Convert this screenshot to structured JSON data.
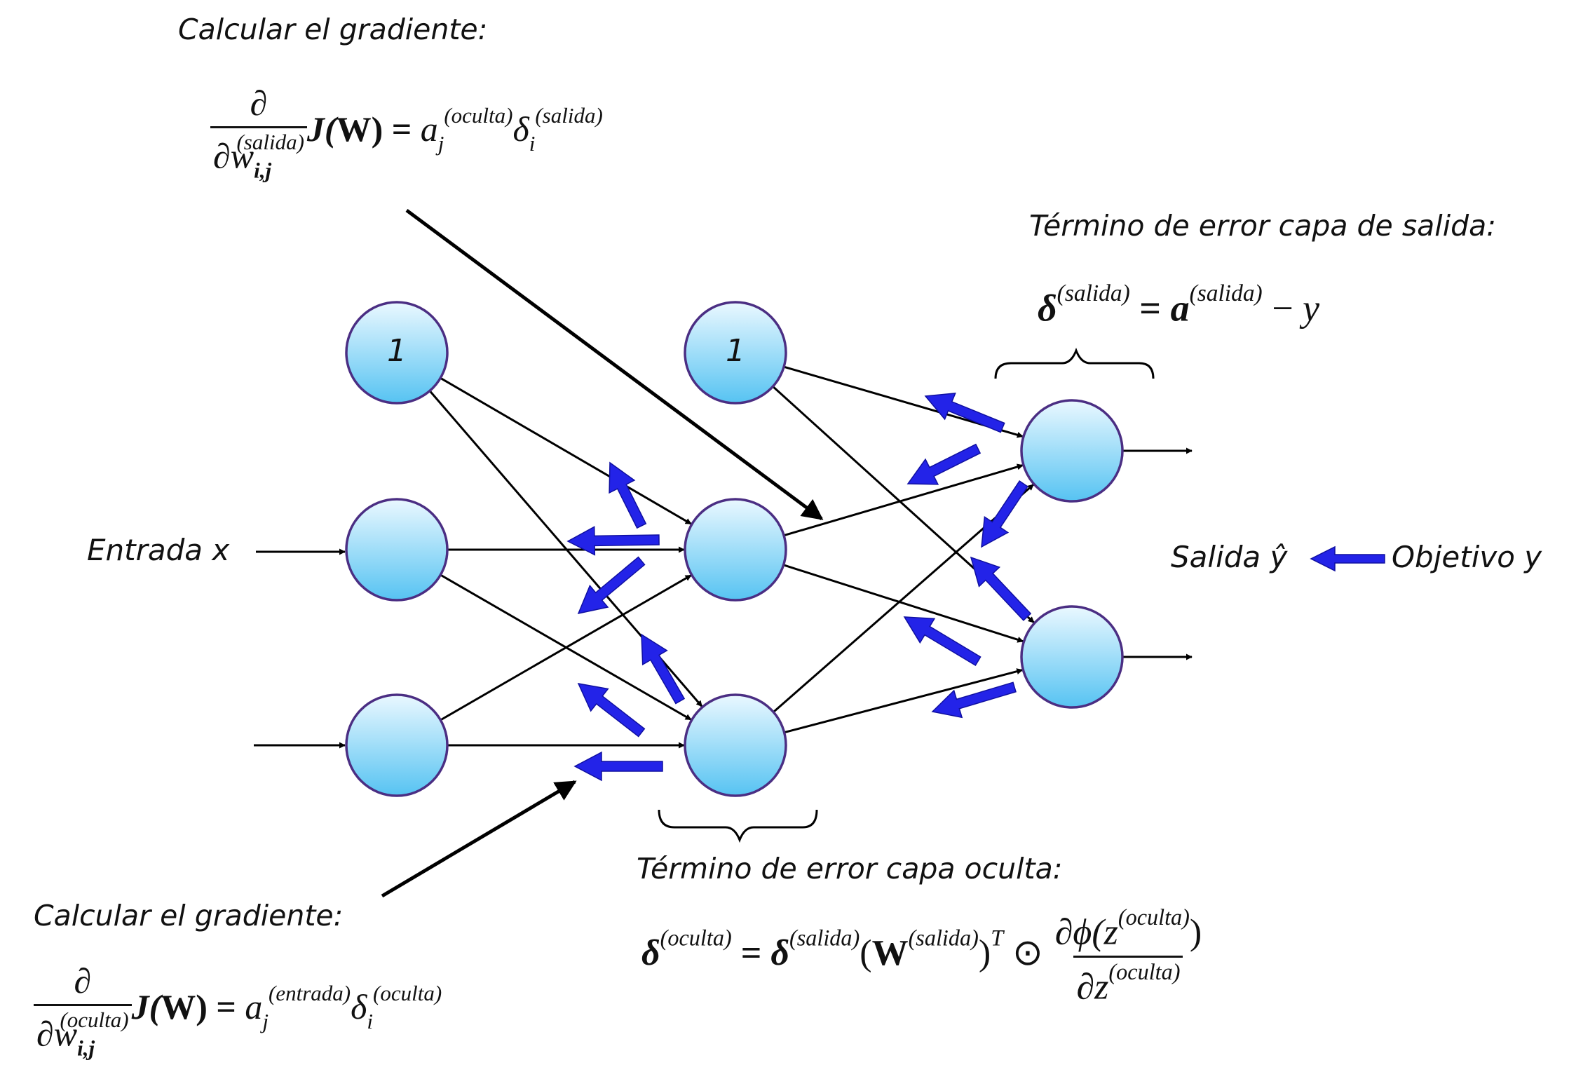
{
  "labels": {
    "grad_output_title": "Calcular el gradiente:",
    "grad_hidden_title": "Calcular el gradiente:",
    "out_error_title": "Término de error capa de salida:",
    "hid_error_title": "Término de error capa oculta:",
    "input": "Entrada  x",
    "output": "Salida  ŷ",
    "target": "Objetivo  y",
    "bias_input": "1",
    "bias_hidden": "1"
  },
  "formulas": {
    "grad_output": {
      "partial": "∂",
      "w": "w",
      "w_sub": "i,j",
      "w_sup": "(salida)",
      "J": "J(",
      "W": "W",
      "J_close": ") = ",
      "a": "a",
      "a_sub": "j",
      "a_sup": "(oculta)",
      "d": "δ",
      "d_sub": "i",
      "d_sup": "(salida)"
    },
    "grad_hidden": {
      "partial": "∂",
      "w": "w",
      "w_sub": "i,j",
      "w_sup": "(oculta)",
      "J": "J(",
      "W": "W",
      "J_close": ") = ",
      "a": "a",
      "a_sub": "j",
      "a_sup": "(entrada)",
      "d": "δ",
      "d_sub": "i",
      "d_sup": "(oculta)"
    },
    "out_error": {
      "d": "δ",
      "d_sup": "(salida)",
      "eq": " = ",
      "a": "a",
      "a_sup": "(salida)",
      "minus": " − ",
      "y": "y"
    },
    "hid_error": {
      "d": "δ",
      "d_sup": "(oculta)",
      "eq": " = ",
      "d2": "δ",
      "d2_sup": "(salida)",
      "open": "(",
      "W": "W",
      "W_sup": "(salida)",
      "close": ")",
      "T": "T",
      "odot": " ⊙ ",
      "num_a": "∂ϕ(z",
      "num_sup": "(oculta)",
      "num_b": ")",
      "den_a": "∂z",
      "den_sup": "(oculta)"
    }
  },
  "colors": {
    "node_fill_top": "#eaf8ff",
    "node_fill_bottom": "#56c3f2",
    "node_stroke": "#4b2e83",
    "connection": "#000000",
    "backprop_arrow": "#2323e8",
    "backprop_arrow_stroke": "#1010a0"
  }
}
